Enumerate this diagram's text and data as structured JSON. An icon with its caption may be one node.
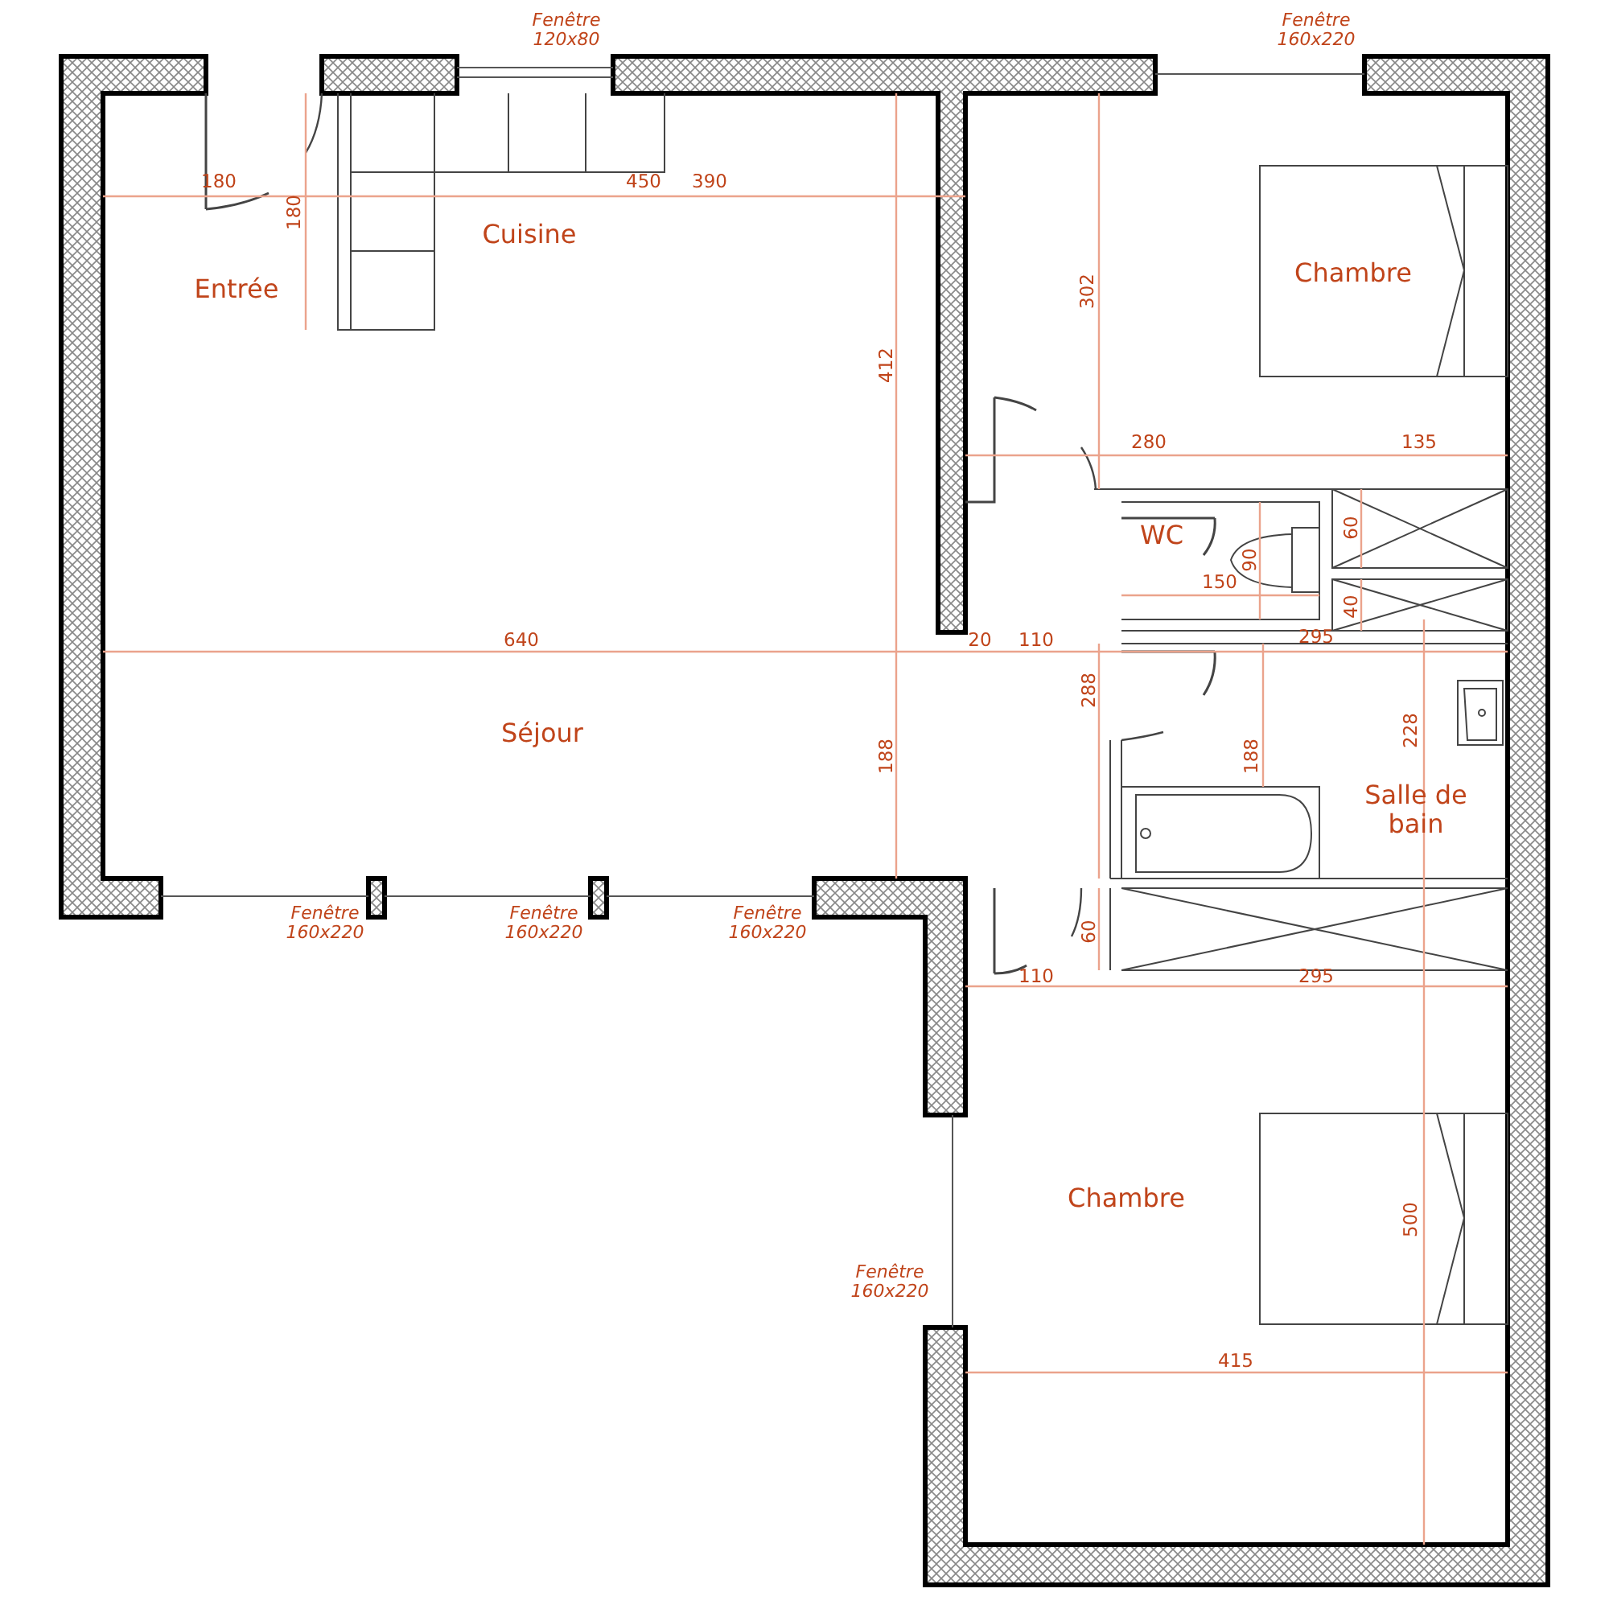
{
  "diagram": {
    "labels": [
      "Fenêtre 120x80",
      "Fenêtre 160x220",
      "180",
      "180",
      "450",
      "390",
      "Cuisine",
      "Entrée",
      "Chambre",
      "302",
      "412",
      "280",
      "135",
      "WC",
      "60",
      "90",
      "150",
      "40",
      "640",
      "20",
      "110",
      "295",
      "288",
      "Séjour",
      "228",
      "188",
      "188",
      "Salle de bain",
      "Fenêtre 160x220",
      "Fenêtre 160x220",
      "Fenêtre 160x220",
      "60",
      "110",
      "295",
      "Chambre",
      "500",
      "Fenêtre 160x220",
      "415"
    ]
  }
}
